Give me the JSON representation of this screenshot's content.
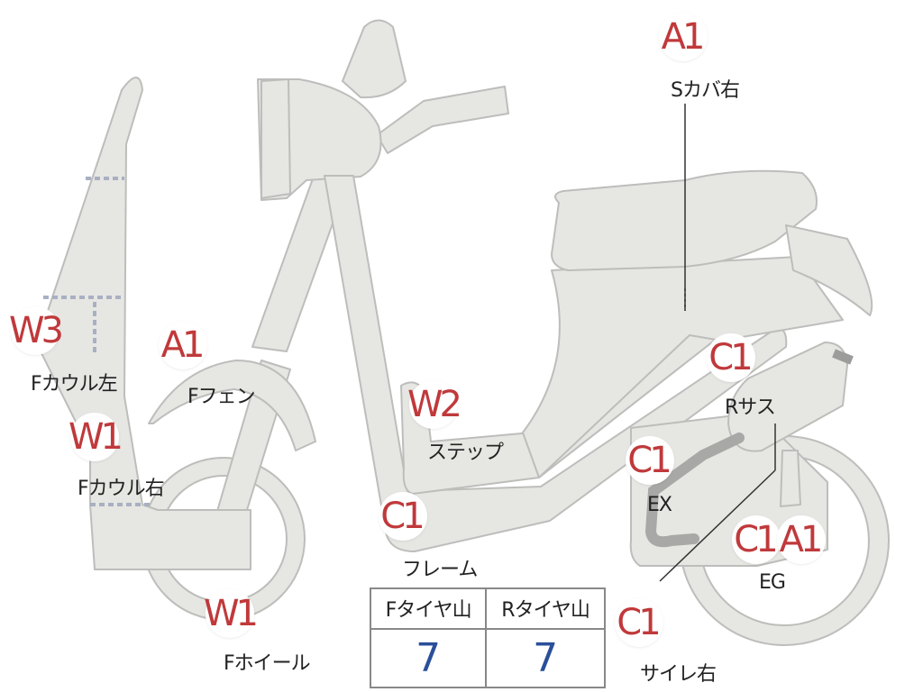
{
  "callouts": [
    {
      "id": "s-cover-right",
      "code": "A1",
      "label": "Sカバ右"
    },
    {
      "id": "f-cowl-left",
      "code": "W3",
      "label": "Fカウル左"
    },
    {
      "id": "f-fender",
      "code": "A1",
      "label": "Fフェン"
    },
    {
      "id": "f-cowl-right",
      "code": "W1",
      "label": "Fカウル右"
    },
    {
      "id": "step",
      "code": "W2",
      "label": "ステップ"
    },
    {
      "id": "r-suspension",
      "code": "C1",
      "label": "Rサス"
    },
    {
      "id": "exhaust",
      "code": "C1",
      "label": "EX"
    },
    {
      "id": "frame",
      "code": "C1",
      "label": "フレーム"
    },
    {
      "id": "engine",
      "code": "C1",
      "code2": "A1",
      "label": "EG"
    },
    {
      "id": "f-wheel",
      "code": "W1",
      "label": "Fホイール"
    },
    {
      "id": "silencer-right",
      "code": "C1",
      "label": "サイレ右"
    }
  ],
  "tire_table": {
    "headers": [
      "Fタイヤ山",
      "Rタイヤ山"
    ],
    "values": [
      "7",
      "7"
    ]
  },
  "colors": {
    "body_fill": "#e6e6e3",
    "body_stroke": "#bdbdbb",
    "code_red": "#c0393b",
    "value_blue": "#2a4f9a"
  }
}
